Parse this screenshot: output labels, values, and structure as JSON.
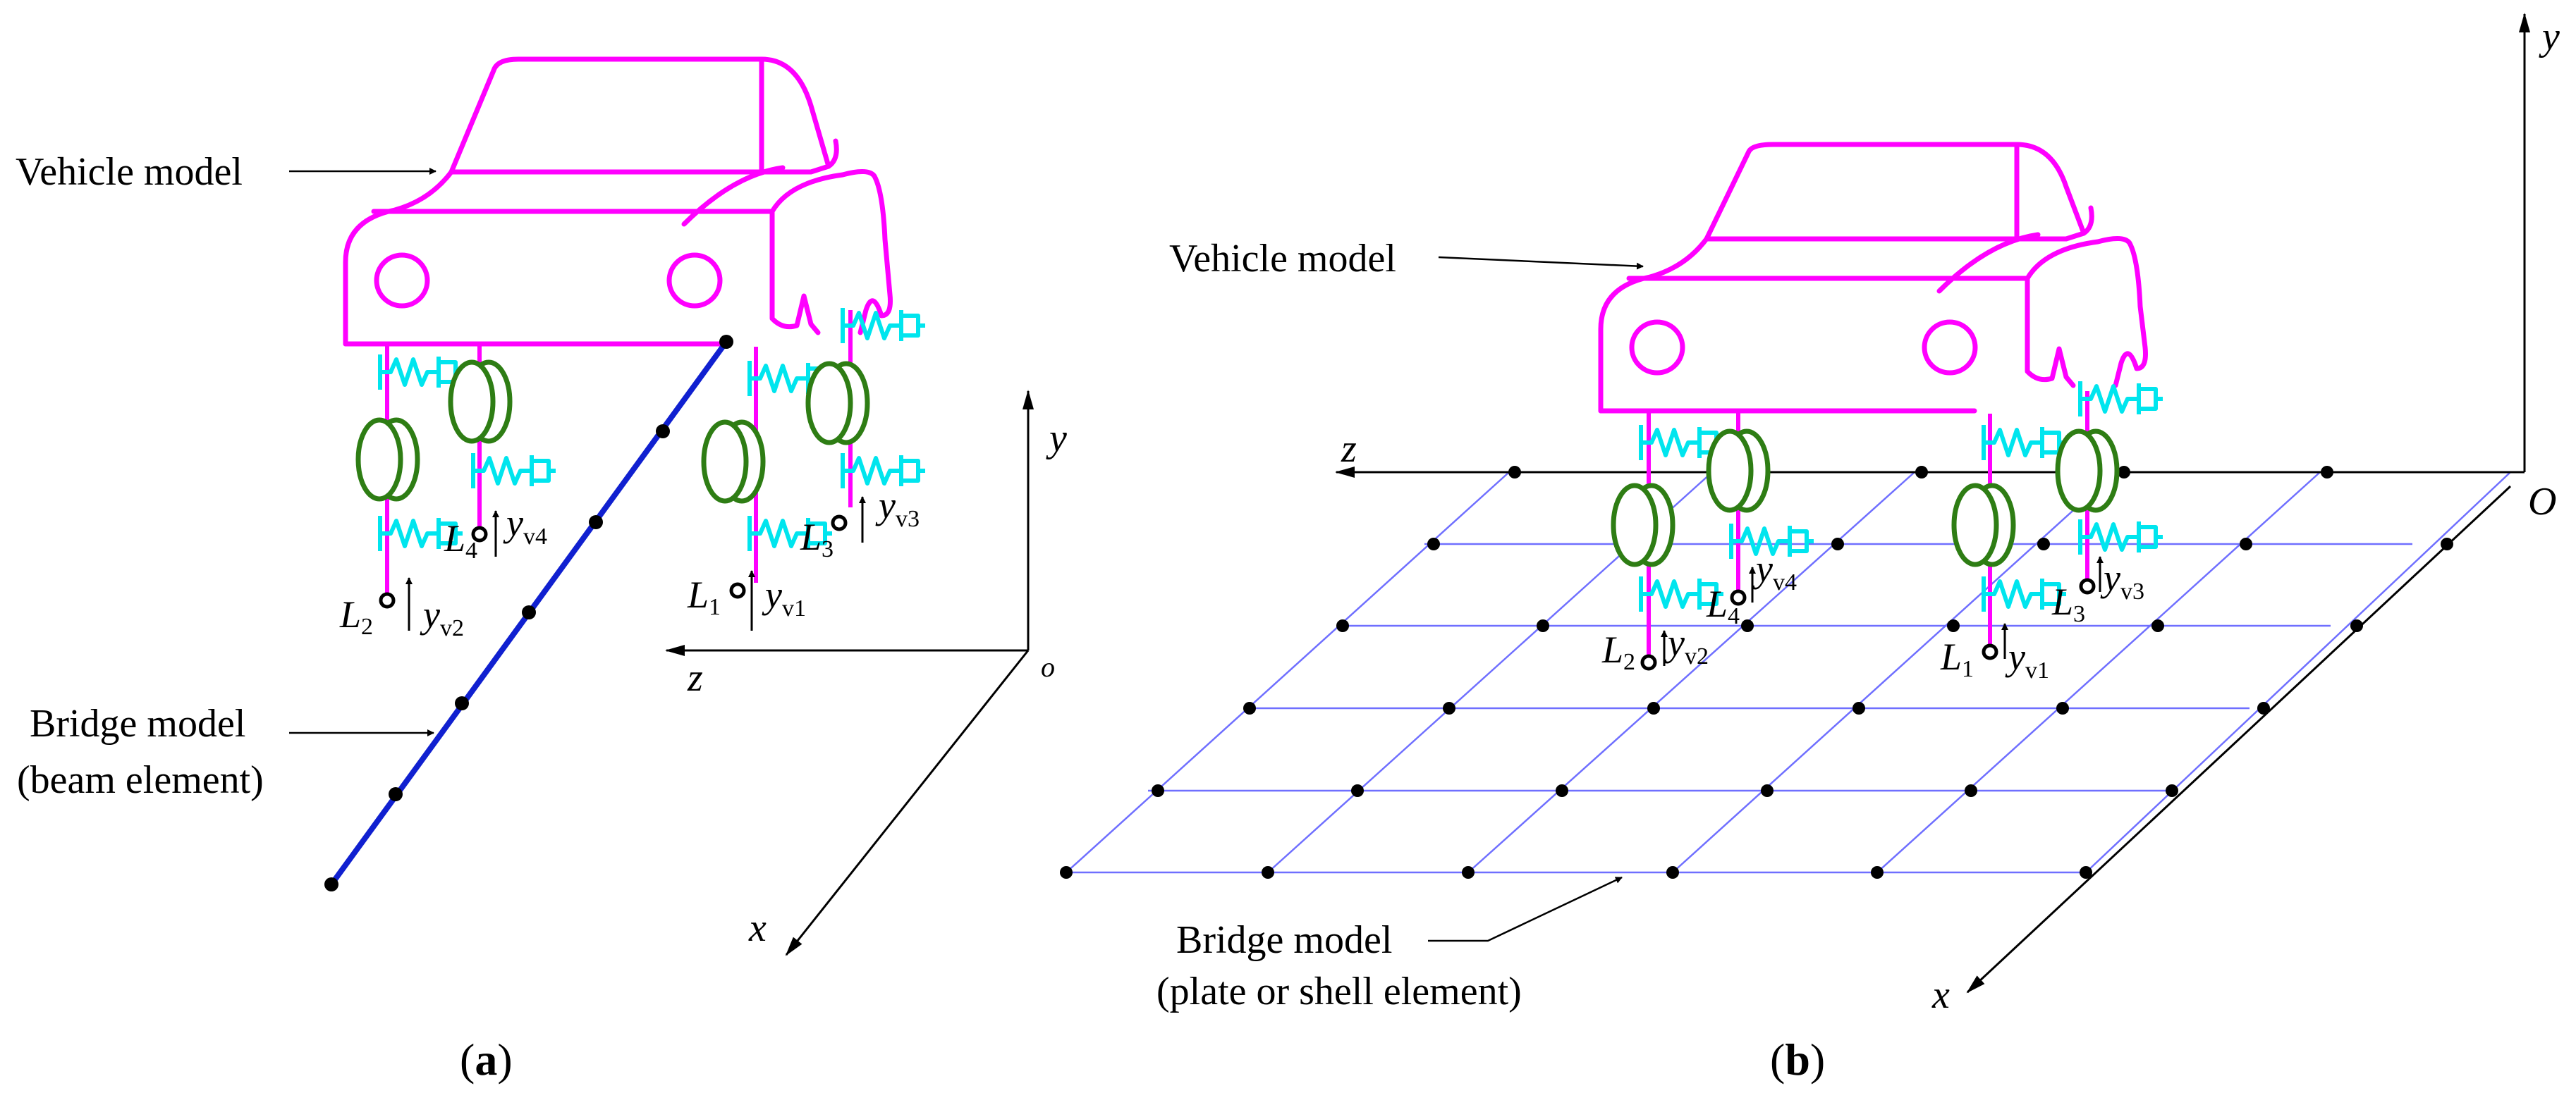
{
  "panel_a": {
    "vehicle_label": "Vehicle model",
    "bridge_label_line1": "Bridge model",
    "bridge_label_line2": "(beam element)",
    "axis_y": "y",
    "axis_z": "z",
    "axis_x": "x",
    "origin": "o",
    "caption_letter": "a",
    "contacts": [
      {
        "L": "L",
        "L_sub": "1",
        "y": "y",
        "y_sub": "v1"
      },
      {
        "L": "L",
        "L_sub": "2",
        "y": "y",
        "y_sub": "v2"
      },
      {
        "L": "L",
        "L_sub": "3",
        "y": "y",
        "y_sub": "v3"
      },
      {
        "L": "L",
        "L_sub": "4",
        "y": "y",
        "y_sub": "v4"
      }
    ]
  },
  "panel_b": {
    "vehicle_label": "Vehicle model",
    "bridge_label_line1": "Bridge model",
    "bridge_label_line2": "(plate or shell element)",
    "axis_y": "y",
    "axis_z": "z",
    "axis_x": "x",
    "origin": "O",
    "caption_letter": "b",
    "contacts": [
      {
        "L": "L",
        "L_sub": "1",
        "y": "y",
        "y_sub": "v1"
      },
      {
        "L": "L",
        "L_sub": "2",
        "y": "y",
        "y_sub": "v2"
      },
      {
        "L": "L",
        "L_sub": "3",
        "y": "y",
        "y_sub": "v3"
      },
      {
        "L": "L",
        "L_sub": "4",
        "y": "y",
        "y_sub": "v4"
      }
    ]
  },
  "colors": {
    "vehicle": "#ff00ff",
    "spring": "#00e5ee",
    "damper": "#2e7d14",
    "beam": "#1020d0",
    "grid": "#6f6fff"
  }
}
